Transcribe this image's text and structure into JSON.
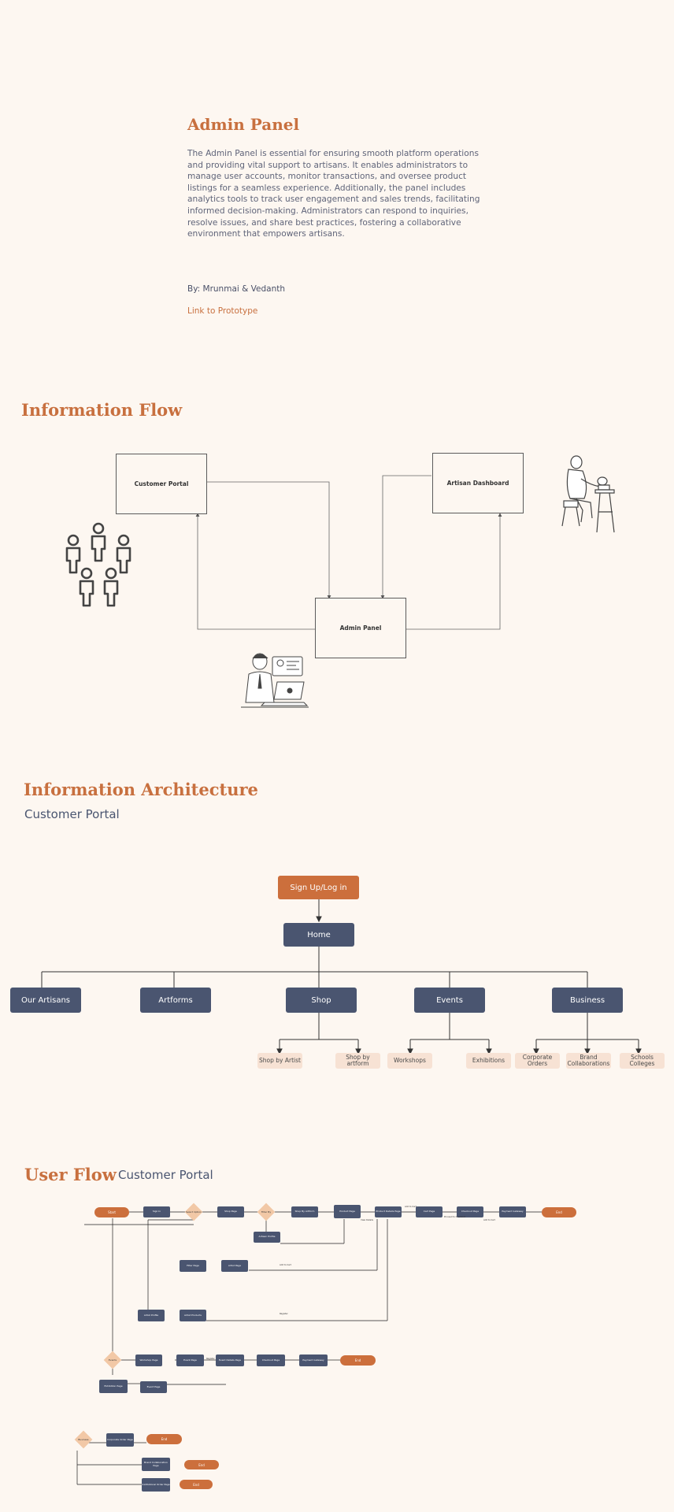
{
  "admin": {
    "title": "Admin Panel",
    "paragraph": "The Admin Panel is essential for ensuring smooth platform operations and providing vital support to artisans. It enables administrators to manage user accounts, monitor transactions, and oversee product listings for a seamless experience. Additionally, the panel includes analytics tools to track user engagement and sales trends, facilitating informed decision-making. Administrators can respond to inquiries, resolve issues, and share best practices, fostering a collaborative environment that empowers artisans.",
    "byline": "By: Mrunmai & Vedanth",
    "prototype_link": "Link to  Prototype"
  },
  "info_flow": {
    "title": "Information Flow",
    "nodes": {
      "customer": "Customer Portal",
      "artisan": "Artisan Dashboard",
      "admin": "Admin Panel"
    },
    "illustrations": [
      "people-group-icon",
      "potter-artisan-icon",
      "admin-laptop-icon"
    ]
  },
  "ia": {
    "title": "Information Architecture",
    "subtitle": "Customer Portal",
    "root": "Sign Up/Log in",
    "home": "Home",
    "sections": [
      "Our Artisans",
      "Artforms",
      "Shop",
      "Events",
      "Business"
    ],
    "leaves": {
      "shop": [
        "Shop by Artist",
        "Shop by artform"
      ],
      "events": [
        "Workshops",
        "Exhibitions"
      ],
      "business": [
        "Corporate Orders",
        "Brand Collaborations",
        "Schools Colleges"
      ]
    }
  },
  "user_flow": {
    "title": "User Flow",
    "subtitle": "Customer Portal",
    "start": "Start",
    "end": "End",
    "row1": [
      "Sign In",
      "Shop Page",
      "Shop By Artform",
      "Product Page",
      "Product Details Page",
      "Cart Page",
      "Checkout Page",
      "Payment Gateway"
    ],
    "diamonds": [
      "Select Option",
      "Filter By",
      "Events"
    ],
    "artisan_node": "Artisan Profile",
    "filter_nodes": [
      "Filter Page",
      "Artist Page",
      "Artist Profile",
      "Artist Products"
    ],
    "event_row": [
      "Workshop Page",
      "Event Page",
      "Event Details Page",
      "Checkout Page",
      "Payment Gateway"
    ],
    "event_row2": [
      "Exhibition Page",
      "Event Page"
    ],
    "business_nodes": [
      "Corporate Order Page",
      "Brand Collaboration Page",
      "Institutional Order Page"
    ],
    "diamond_business": "Business",
    "edge_labels": [
      "Add to Cart",
      "View Details",
      "Proceed to Checkout",
      "Add to Cart",
      "Add to Cart",
      "Register",
      "Register"
    ]
  },
  "colors": {
    "accent": "#c8703f",
    "node": "#4a5570",
    "leaf": "#f7e2d4",
    "background": "#fdf7f1"
  }
}
